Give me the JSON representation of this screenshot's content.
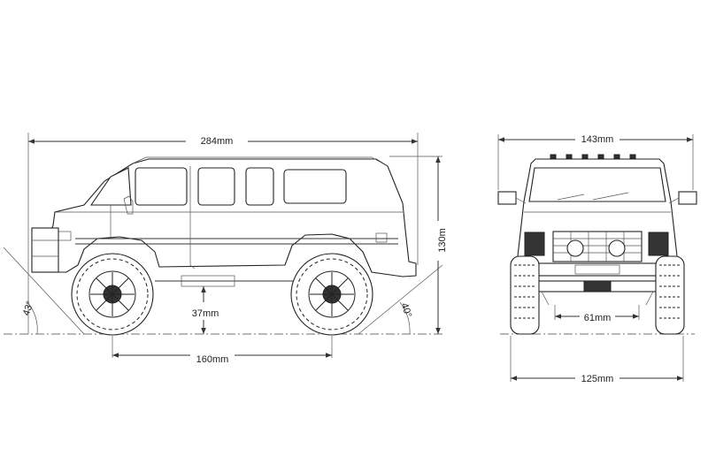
{
  "dimensions": {
    "overall_length": "284mm",
    "overall_height": "130m",
    "ground_clearance": "37mm",
    "wheelbase": "160mm",
    "approach_angle": "43°",
    "departure_angle": "40°",
    "overall_width": "143mm",
    "axle_clearance_width": "61mm",
    "track_width": "125mm"
  }
}
